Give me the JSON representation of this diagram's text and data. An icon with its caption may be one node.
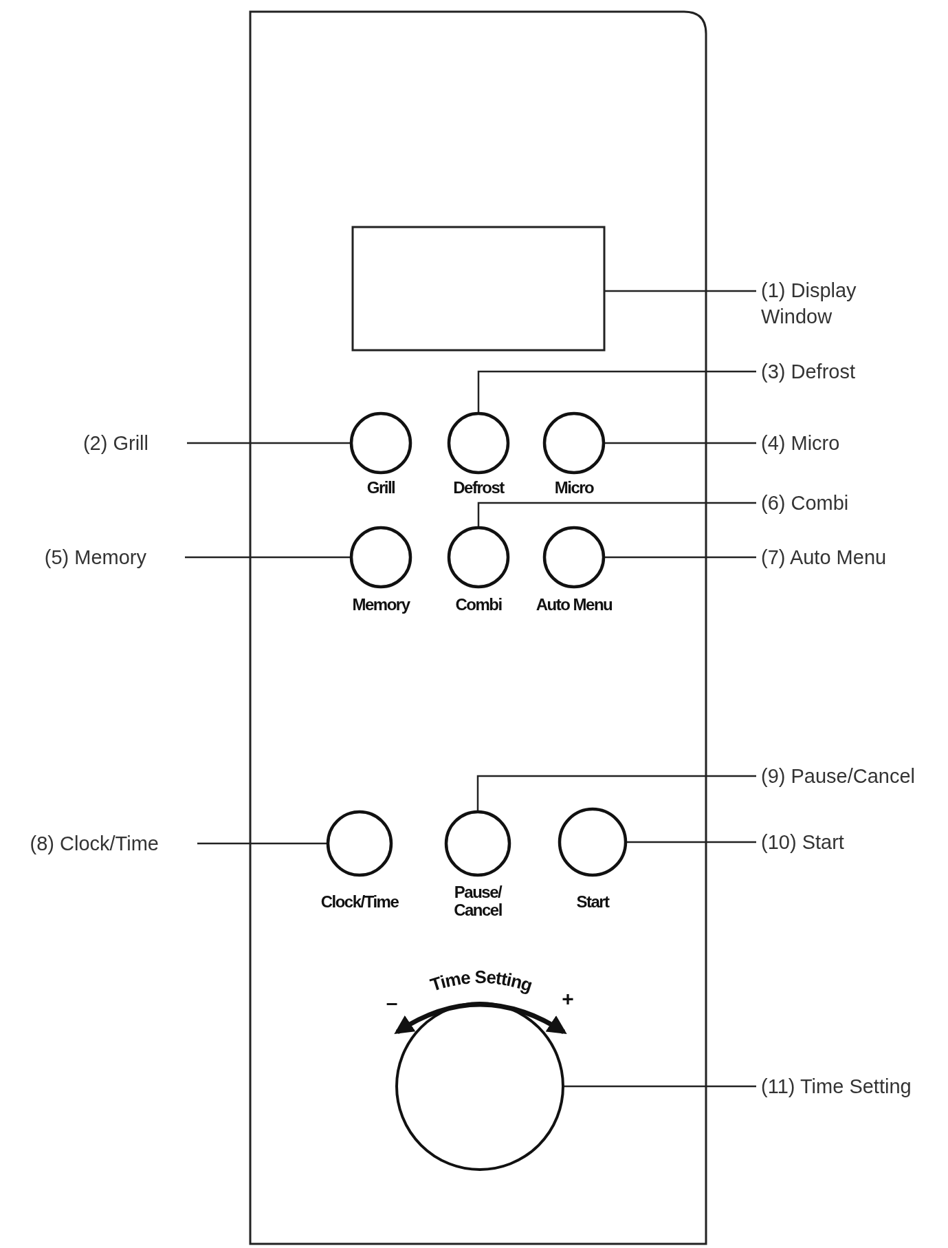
{
  "diagram": {
    "nodes": [
      {
        "text": [],
        "shape": "box"
      },
      {
        "text": [
          "(1) Display Window"
        ]
      },
      {
        "text": [
          "(3) Defrost"
        ]
      },
      {
        "text": [
          "(2) Grill"
        ]
      },
      {
        "text": [],
        "shape": "circle",
        "beside": [
          "Grill"
        ]
      },
      {
        "text": [],
        "shape": "circle",
        "beside": [
          "Defrost"
        ]
      },
      {
        "text": [],
        "shape": "circle",
        "beside": [
          "Micro"
        ]
      },
      {
        "text": [
          "(4) Micro"
        ]
      },
      {
        "text": [
          "(6) Combi"
        ]
      },
      {
        "text": [
          "(5) Memory"
        ]
      },
      {
        "text": [],
        "shape": "circle",
        "beside": [
          "Memory"
        ]
      },
      {
        "text": [],
        "shape": "circle",
        "beside": [
          "Combi"
        ]
      },
      {
        "text": [],
        "shape": "circle",
        "beside": [
          "Auto Menu"
        ]
      },
      {
        "text": [
          "(7) Auto Menu"
        ]
      },
      {
        "text": [
          "(9) Pause/Cancel"
        ]
      },
      {
        "text": [
          "(8) Clock/Time"
        ]
      },
      {
        "text": [],
        "shape": "circle",
        "beside": [
          "Clock/Time"
        ]
      },
      {
        "text": [],
        "shape": "circle",
        "beside": [
          "Pause/ Cancel"
        ]
      },
      {
        "text": [],
        "shape": "circle",
        "beside": [
          "Start"
        ]
      },
      {
        "text": [
          "(10) Start"
        ]
      },
      {
        "text": [],
        "shape": "circle",
        "beside": [
          "Time Setting"
        ]
      },
      {
        "text": [
          "(11) Time Setting"
        ]
      }
    ],
    "edges": [
      {
        "from": 1,
        "to": 0,
        "arrow": "none"
      },
      {
        "from": 3,
        "to": 4,
        "arrow": "none"
      },
      {
        "from": 2,
        "to": 5,
        "arrow": "none"
      },
      {
        "from": 7,
        "to": 6,
        "arrow": "none"
      },
      {
        "from": 9,
        "to": 10,
        "arrow": "none"
      },
      {
        "from": 8,
        "to": 11,
        "arrow": "none"
      },
      {
        "from": 13,
        "to": 12,
        "arrow": "none"
      },
      {
        "from": 15,
        "to": 16,
        "arrow": "none"
      },
      {
        "from": 14,
        "to": 17,
        "arrow": "none"
      },
      {
        "from": 19,
        "to": 18,
        "arrow": "none"
      },
      {
        "from": 21,
        "to": 20,
        "arrow": "none"
      }
    ],
    "labels": [
      "–",
      "+"
    ]
  }
}
